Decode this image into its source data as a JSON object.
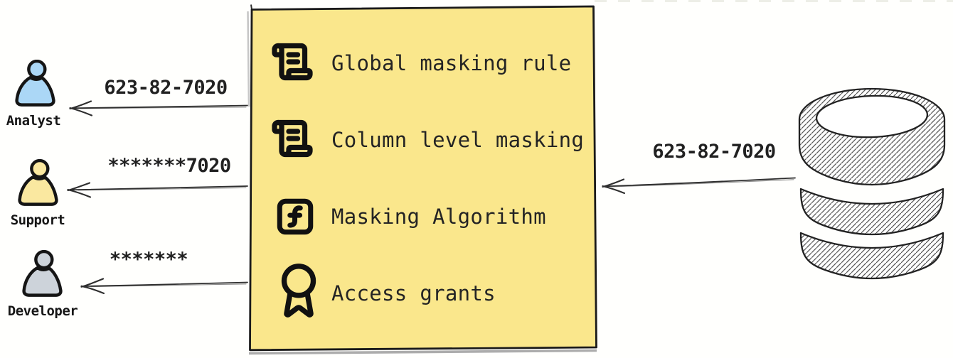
{
  "diagram": {
    "title": "data-masking-flow",
    "users": [
      {
        "name": "Analyst",
        "masked_value": "623-82-7020",
        "color": "#ABD7F6",
        "icon": "person-icon"
      },
      {
        "name": "Support",
        "masked_value": "*******7020",
        "color": "#FAE8A0",
        "icon": "person-icon"
      },
      {
        "name": "Developer",
        "masked_value": "*******",
        "color": "#CDD3DA",
        "icon": "person-icon"
      }
    ],
    "policy_box": {
      "fill": "#FAE78C",
      "border_color": "#1a1a1a",
      "items": [
        {
          "icon": "scroll-text-icon",
          "label": "Global masking rule"
        },
        {
          "icon": "scroll-text-icon",
          "label": "Column level masking"
        },
        {
          "icon": "function-icon",
          "label": "Masking Algorithm"
        },
        {
          "icon": "award-icon",
          "label": "Access grants"
        }
      ]
    },
    "database": {
      "icon": "database-icon",
      "output_value": "623-82-7020"
    },
    "ink_color": "#2e2e2e"
  }
}
